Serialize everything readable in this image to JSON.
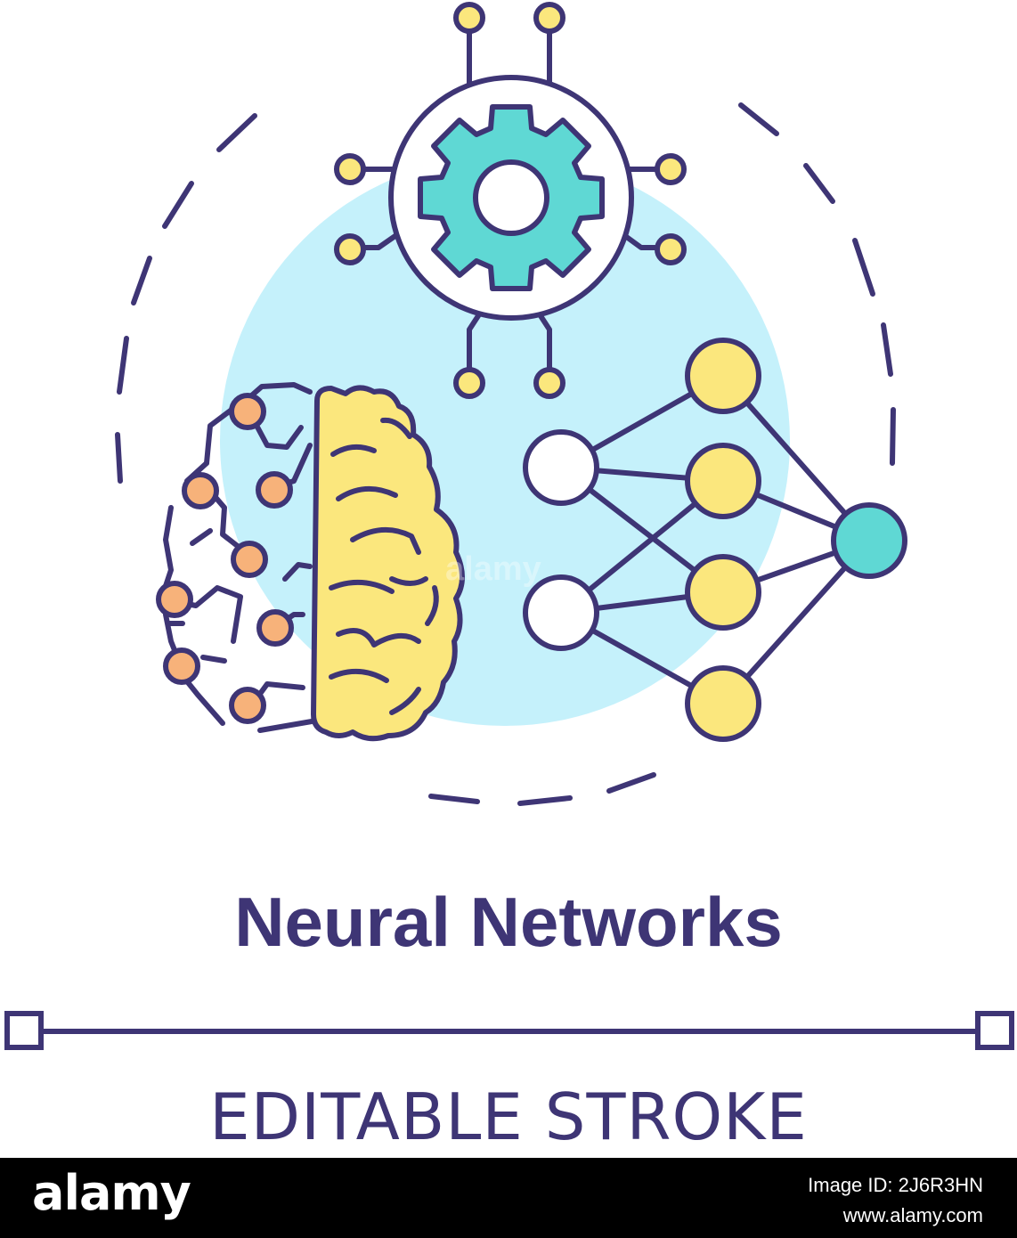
{
  "title": "Neural Networks",
  "subtitle": "EDITABLE STROKE",
  "watermark": "alamy",
  "footer": {
    "logo": "alamy",
    "image_id_label": "Image ID: 2J6R3HN",
    "url": "www.alamy.com"
  },
  "colors": {
    "stroke": "#3e3575",
    "light_blue": "#c5f1fb",
    "teal": "#5fd8d4",
    "yellow": "#fbe77d",
    "orange": "#f7b27a",
    "white": "#ffffff"
  },
  "icons": [
    "circuit-gear-icon",
    "brain-circuit-icon",
    "neural-network-graph-icon"
  ]
}
